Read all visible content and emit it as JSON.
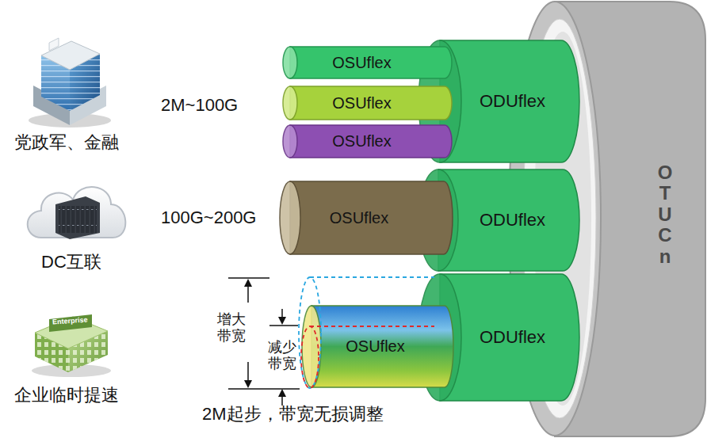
{
  "diagram": {
    "nodes": [
      {
        "text": [
          "OTUCn"
        ]
      },
      {
        "text": [
          "ODUflex"
        ],
        "in": 0
      },
      {
        "text": [
          "OSUflex"
        ],
        "in": 1
      },
      {
        "text": [
          "OSUflex"
        ],
        "in": 1
      },
      {
        "text": [
          "OSUflex"
        ],
        "in": 1
      },
      {
        "text": [
          "ODUflex"
        ],
        "in": 0
      },
      {
        "text": [
          "OSUflex"
        ],
        "in": 5
      },
      {
        "text": [
          "ODUflex"
        ],
        "in": 0
      },
      {
        "text": [
          "OSUflex"
        ],
        "in": 7
      }
    ],
    "labels": [
      "2M~100G",
      "党政军、金融",
      "100G~200G",
      "DC互联",
      "增大带宽",
      "Enterprise",
      "减少带宽",
      "企业临时提速",
      "2M起步，带宽无损调整"
    ]
  }
}
